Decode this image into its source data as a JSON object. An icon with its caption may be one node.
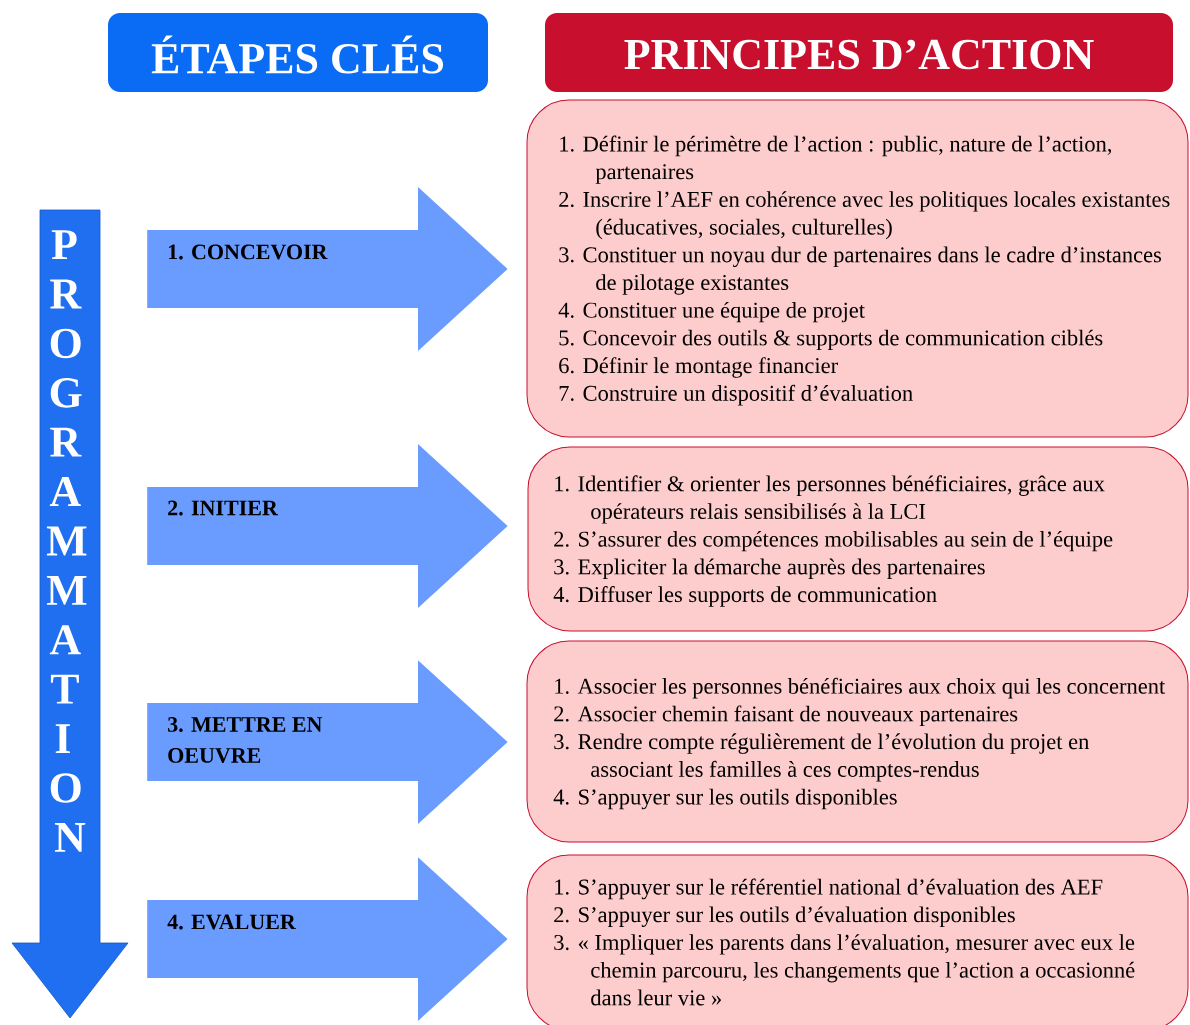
{
  "diagram": {
    "nodes": [
      {
        "text": [
          "ÉTAPES CLÉS"
        ]
      },
      {
        "text": [
          "PRINCIPES D’ACTION"
        ]
      },
      {
        "text": [
          "PROGRAMMATION"
        ]
      },
      {
        "text": [
          "1. Définir le périmètre de l’action : public, nature de l’action, partenaires",
          "2. Inscrire l’AEF en cohérence avec les politiques locales existantes (éducatives, sociales, culturelles)",
          "3. Constituer un noyau dur de partenaires dans le cadre d’instances de pilotage existantes",
          "4. Constituer une équipe de projet",
          "5. Concevoir des outils & supports de communication ciblés",
          "6. Définir le montage financier",
          "7. Construire un dispositif d’évaluation"
        ]
      },
      {
        "text": [
          "1. Identifier & orienter les personnes bénéficiaires, grâce aux opérateurs relais sensibilisés à la LCI",
          "2. S’assurer des compétences mobilisables au sein de l’équipe",
          "3. Expliciter la démarche auprès des partenaires",
          "4. Diffuser les supports de communication"
        ]
      },
      {
        "text": [
          "1. Associer les personnes bénéficiaires aux choix qui les concernent",
          "2. Associer chemin faisant de nouveaux partenaires",
          "3. Rendre compte régulièrement de l’évolution du projet en associant les familles à ces comptes-rendus",
          "4. S’appuyer sur les outils disponibles"
        ]
      },
      {
        "text": [
          "1. S’appuyer sur le référentiel national d’évaluation des AEF",
          "2. S’appuyer sur les outils d’évaluation disponibles",
          "3. « Impliquer les parents dans l’évaluation, mesurer avec eux le chemin parcouru, les changements que l’action a occasionné dans leur vie »"
        ]
      }
    ],
    "edges": [
      {
        "from": 2,
        "to": 3,
        "arrow": "to",
        "label": "1. CONCEVOIR"
      },
      {
        "from": 2,
        "to": 4,
        "arrow": "to",
        "label": "2. INITIER"
      },
      {
        "from": 2,
        "to": 5,
        "arrow": "to",
        "label": "3. METTRE EN OEUVRE"
      },
      {
        "from": 2,
        "to": 6,
        "arrow": "to",
        "label": "4. EVALUER"
      }
    ]
  }
}
